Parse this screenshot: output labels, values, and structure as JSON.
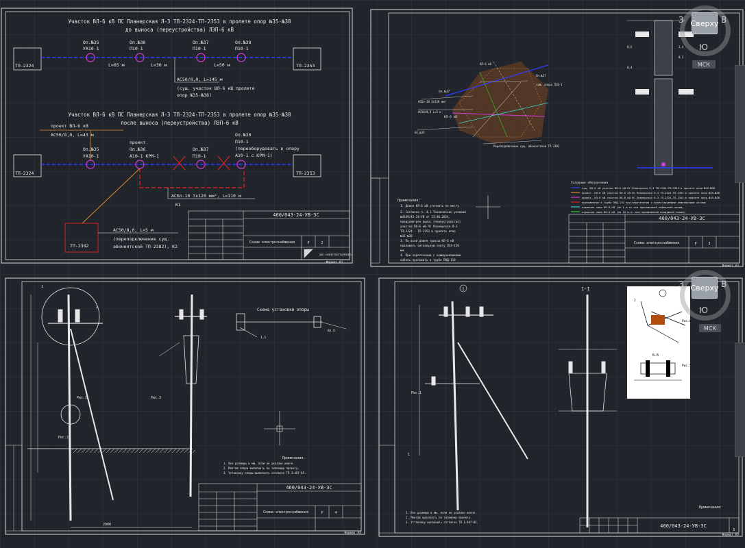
{
  "colors": {
    "background": "#21252b",
    "grid": "#2c3138",
    "frame": "#d9d9d9",
    "line_blue": "#2d3cff",
    "line_red": "#d22222",
    "line_orange": "#e08a2a",
    "node_magenta": "#d43cd4",
    "text": "#e8e8e8"
  },
  "top_left": {
    "title1": "Участок ВЛ-6 кВ ПС Планерская Л-3 ТП-2324-ТП-2353 в пролете опор №35-№38",
    "title1b": "до выноса (переустройства) ЛЭП-6 кВ",
    "title2": "Участок ВЛ-6 кВ ПС Планерская Л-3 ТП-2324-ТП-2353 в пролете опор №35-№38",
    "title2b": "после выноса (переустройства) ЛЭП-6 кВ",
    "tp_left": "ТП-2324",
    "tp_right": "ТП-2353",
    "tp_bottom": "ТП-2382",
    "poles_before": [
      {
        "num": "Оп.№35",
        "type": "УА10-1"
      },
      {
        "num": "Оп.№36",
        "type": "П10-1"
      },
      {
        "num": "Оп.№37",
        "type": "П10-1"
      },
      {
        "num": "Оп.№38",
        "type": "П10-1"
      }
    ],
    "spans": [
      "L=65 м",
      "L=30 м",
      "L=50 м"
    ],
    "wire_before": "АС50/8,0, L=145 м",
    "wire_before_note": "(сущ. участок ВЛ-6 кВ пролете",
    "wire_before_note2": "опор №35-№38)",
    "project_line": "проект ВЛ-6 кВ",
    "project_wire": "АС50/8,0, L=43 м",
    "poles_after": [
      {
        "num": "Оп.№35",
        "type": "УА10-1"
      },
      {
        "num": "Оп.№36",
        "type": "А10-1 КРМ-1",
        "pre": "проект."
      },
      {
        "num": "Оп.№37",
        "type": "П10-1"
      },
      {
        "num": "Оп.№38",
        "type": "П10-1"
      }
    ],
    "reequip": "(переоборудовать в опору",
    "reequip2": "А10-1 с КРМ-1)",
    "cable": "АСБл-10 3х120 мм², L=110 м",
    "cable_tag": "К1",
    "tap_wire": "АС50/8,0, L=5 м",
    "tap_note": "(переподключение сущ.",
    "tap_note2": "абонентской ТП-2382), К2",
    "stamp_code": "460/043-24-УВ-ЗС",
    "stamp_sheet": "Схема электроснабжения",
    "stamp_org": "ООО «ЭЛЕКТРОСЕТЬПРОЕКТ»",
    "stamp_format": "Формат А3",
    "stamp_stage": "Р",
    "stamp_list": "2"
  },
  "top_right": {
    "notes_title": "Примечания:",
    "notes": [
      "1. Длина КЛ-6 кВ уточнить по месту",
      "2. Согласно п. 4.1 Технических условий",
      "   №4569/43-24-УВ от 13.06.2024,",
      "   предусмотрен вынос (переустройство)",
      "   участка ВЛ-6 кВ ПС Планерская Л-3",
      "   ТП-2324 - ТП-2353 в пролете опор",
      "   №35-№38",
      "3. По всей длине трассы КЛ-6 кВ",
      "   проложить сигнальную ленту ЛСЭ-150",
      "   мм",
      "4. При пересечении с коммуникациями",
      "   кабель проложить в трубе ПНД-110"
    ],
    "legend_title": "Условные обозначения",
    "legend": [
      "сущ. ВЛ-6 кВ участок ВЛ-6 кВ ПС Планерская Л-3 ТП-2324-ТП-2353 в пролете опор №35-№38",
      "проект. КЛ-6 кВ участка ВЛ-6 кВ ПС Планерская Л-3 ТП-2324-ТП-2353 в пролете опор №35-№38",
      "проект. КЛ-6 кВ участка ВЛ-6 кВ ПС Планерская Л-3 ТП-2324-ТП-2353 в пролете опор №35-№38",
      "проложенные в трубе ПНД-110 при пересечении с проектируемыми инженерными сетями",
      "охранная зона КЛ-6 кВ (по 1 м от оси проложенной кабельной линии)",
      "охранная зона ВЛ-6 кВ (по 10 м от оси проложенной воздушной линии)"
    ],
    "label_cable": "КЛ-6 кВ",
    "label_pole": "Оп.№37",
    "stamp_code": "460/043-24-УВ-ЗС",
    "stamp_sheet": "Схема электроснабжения",
    "stamp_stage": "Р",
    "stamp_list": "3",
    "stamp_format": "Формат А3"
  },
  "bottom_left": {
    "scheme_title": "Схема установки опоры",
    "notes_title": "Примечания:",
    "notes": [
      "1. Все размеры в мм, если не указано иначе.",
      "2. Монтаж опоры выполнять по типовому проекту.",
      "3. Установку опоры выполнить согласно ТП 3.407-85."
    ],
    "stamp_code": "460/043-24-УВ-ЗС",
    "stamp_sheet": "Схема электроснабжения",
    "stamp_stage": "Р",
    "stamp_list": "4",
    "stamp_format": "Формат А3",
    "dim": "2900"
  },
  "bottom_right": {
    "section_label": "1-1",
    "callout": "1",
    "notes_title": "Примечания:",
    "notes": [
      "1. Все размеры в мм, если не указано иначе.",
      "2. Монтаж выполнять по типовому проекту.",
      "3. Установку выполнить согласно ТП 3.407-85."
    ],
    "stamp_code": "460/043-24-УВ-ЗС",
    "stamp_format": "Формат А3",
    "stamp_list": "5",
    "detail_label": "Б-Б"
  },
  "viewcube": {
    "face": "Сверху",
    "west": "З",
    "east": "В",
    "south": "Ю",
    "ucs": "МСК"
  }
}
